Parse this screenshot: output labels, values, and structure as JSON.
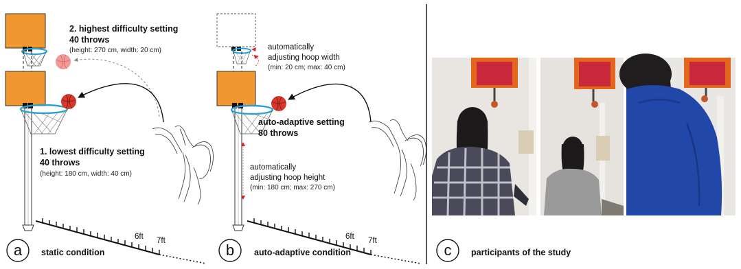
{
  "panel_a": {
    "letter": "a",
    "caption": "static condition",
    "high_setting": {
      "title": "2. highest difficulty setting",
      "throws": "40 throws",
      "dims": "(height: 270 cm, width: 20 cm)"
    },
    "low_setting": {
      "title": "1. lowest difficulty setting",
      "throws": "40 throws",
      "dims": "(height: 180 cm, width: 40 cm)"
    },
    "distance_6ft": "6ft",
    "distance_7ft": "7ft"
  },
  "panel_b": {
    "letter": "b",
    "caption": "auto-adaptive condition",
    "width_note": {
      "line1": "automatically",
      "line2": "adjusting hoop width",
      "range": "(min: 20 cm; max: 40 cm)"
    },
    "setting": {
      "title": "auto-adaptive setting",
      "throws": "80 throws"
    },
    "height_note": {
      "line1": "automatically",
      "line2": "adjusting hoop height",
      "range": "(min: 180 cm; max: 270 cm)"
    },
    "distance_6ft": "6ft",
    "distance_7ft": "7ft"
  },
  "panel_c": {
    "letter": "c",
    "caption": "participants of the study"
  },
  "colors": {
    "backboard": "#f0982f",
    "ball": "#d8382b",
    "ball_faded": "#f09a9a",
    "rim": "#2aa0d6",
    "arrow_red": "#e02020",
    "photo_board_red": "#c8283a"
  }
}
